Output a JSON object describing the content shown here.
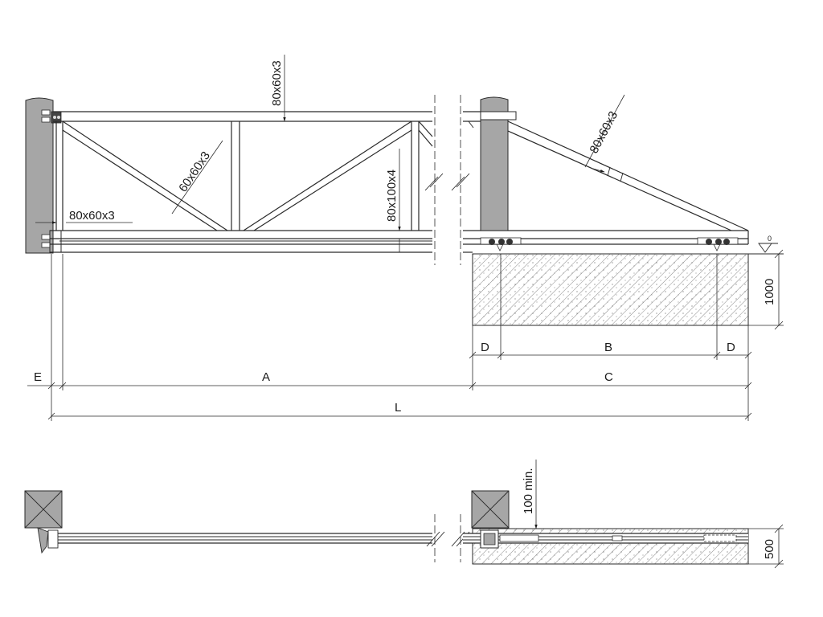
{
  "profiles": {
    "top_rail": "80x60x3",
    "diagonal": "60x60x3",
    "left_frame": "80x60x3",
    "bottom_beam": "80x100x4",
    "tail_brace": "80x60x3"
  },
  "dimensions": {
    "foundation_depth": "1000",
    "foundation_width": "500",
    "min_offset": "100 min.",
    "level_mark": "0",
    "a": "A",
    "b": "B",
    "c": "C",
    "d_left": "D",
    "d_right": "D",
    "e": "E",
    "l": "L"
  },
  "colors": {
    "post_fill": "#a6a6a6",
    "line": "#2a2a2a",
    "background": "#ffffff"
  }
}
